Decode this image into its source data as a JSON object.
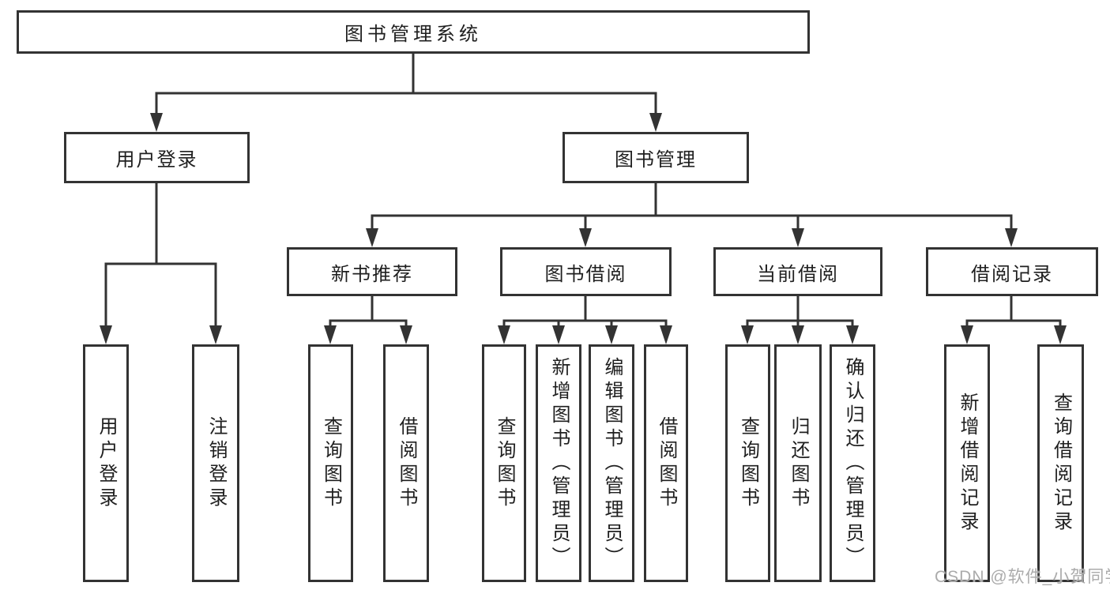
{
  "diagram": {
    "root": {
      "label": "图书管理系统"
    },
    "level2": {
      "user_login": {
        "label": "用户登录"
      },
      "book_management": {
        "label": "图书管理"
      }
    },
    "level3": {
      "new_book_recommend": {
        "label": "新书推荐"
      },
      "book_borrow": {
        "label": "图书借阅"
      },
      "current_borrow": {
        "label": "当前借阅"
      },
      "borrow_records": {
        "label": "借阅记录"
      }
    },
    "leaves": {
      "user_login_leaf": {
        "label": "用户登录"
      },
      "logout_leaf": {
        "label": "注销登录"
      },
      "query_book_recommend": {
        "label": "查询图书"
      },
      "borrow_book_recommend": {
        "label": "借阅图书"
      },
      "query_book_borrow": {
        "label": "查询图书"
      },
      "add_book_admin": {
        "label": "新增图书（管理员）"
      },
      "edit_book_admin": {
        "label": "编辑图书（管理员）"
      },
      "borrow_book": {
        "label": "借阅图书"
      },
      "query_book_current": {
        "label": "查询图书"
      },
      "return_book": {
        "label": "归还图书"
      },
      "confirm_return_admin": {
        "label": "确认归还（管理员）"
      },
      "add_borrow_record": {
        "label": "新增借阅记录"
      },
      "query_borrow_record": {
        "label": "查询借阅记录"
      }
    },
    "watermark": "CSDN @软件_小贺同学",
    "colors": {
      "line": "#333333",
      "text": "#1f1f1f",
      "background": "#ffffff",
      "watermark": "#ababab"
    }
  }
}
